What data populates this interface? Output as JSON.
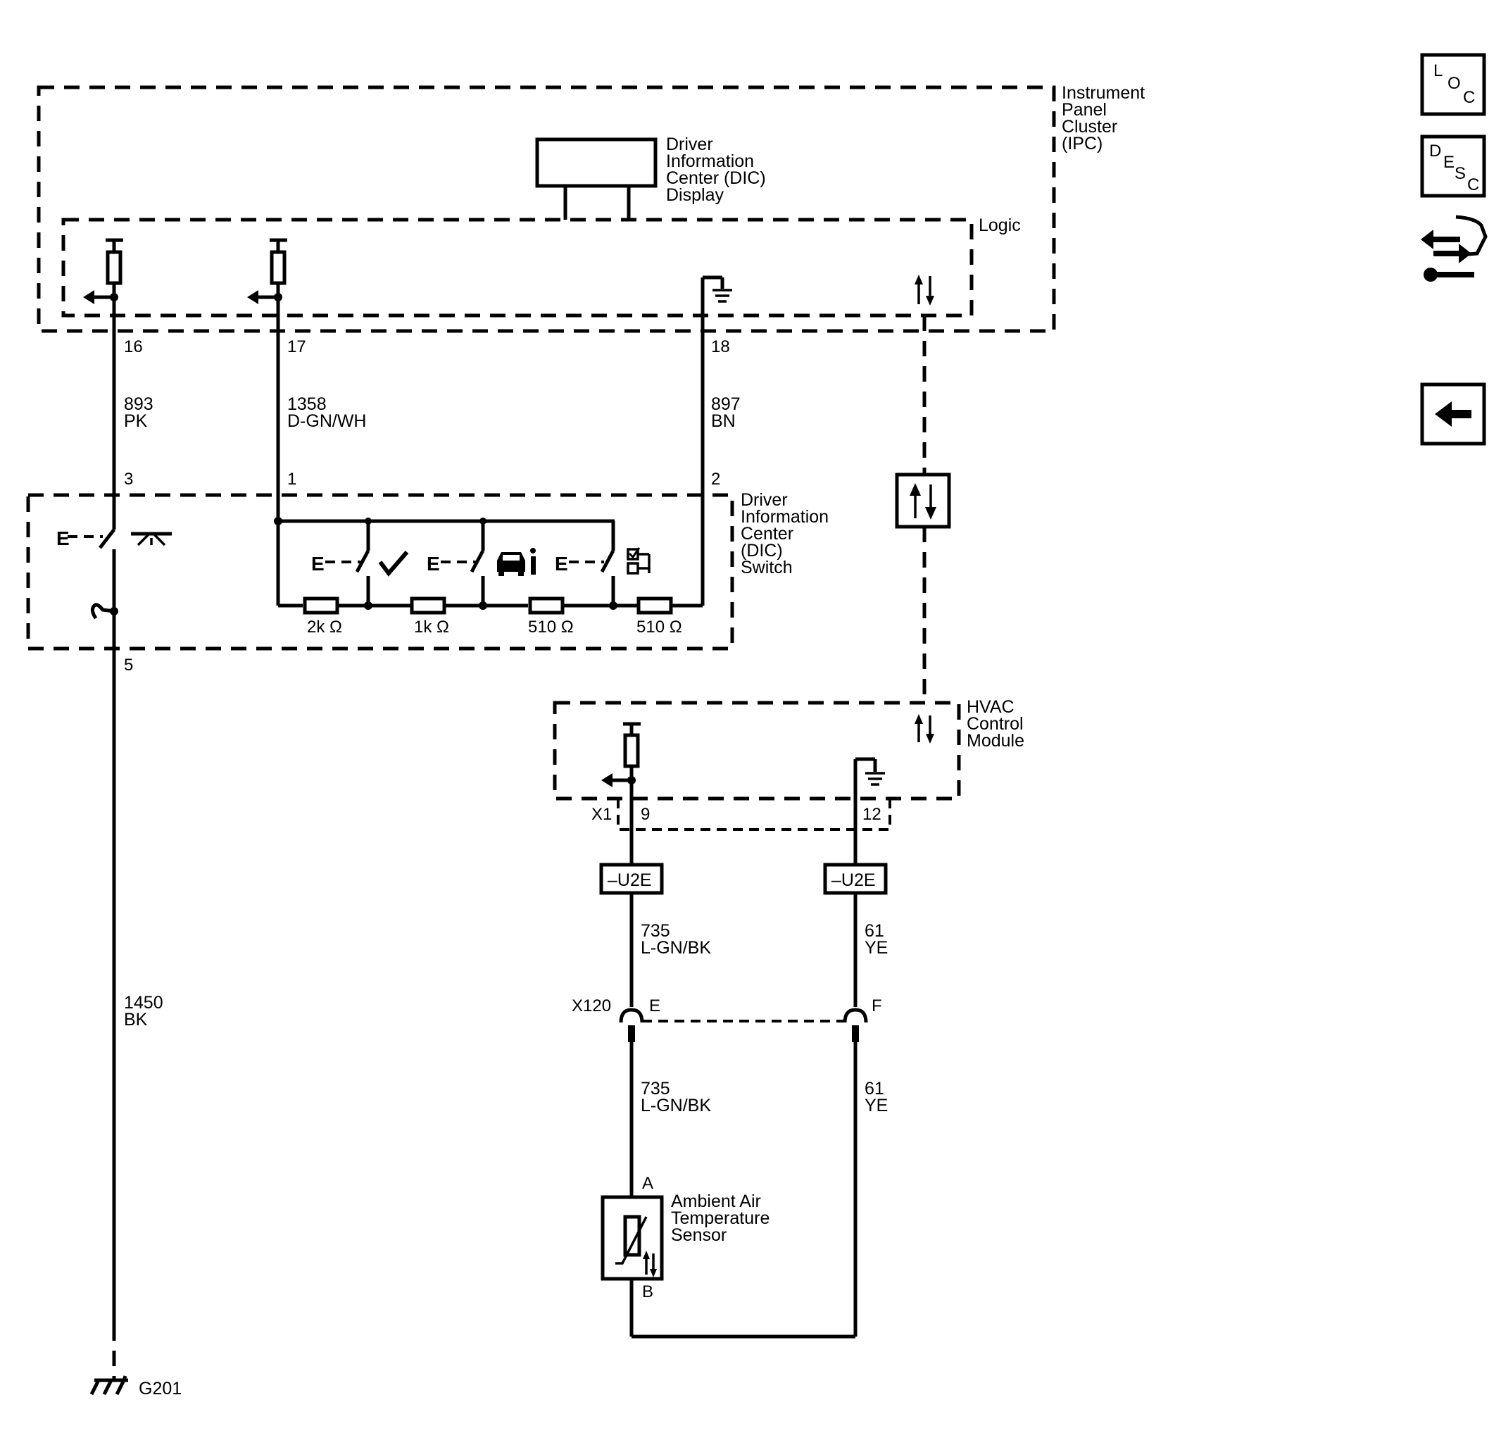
{
  "modules": {
    "ipc": [
      "Instrument",
      "Panel",
      "Cluster",
      "(IPC)"
    ],
    "dic_display": [
      "Driver",
      "Information",
      "Center (DIC)",
      "Display"
    ],
    "logic": "Logic",
    "dic_switch": [
      "Driver",
      "Information",
      "Center",
      "(DIC)",
      "Switch"
    ],
    "hvac": [
      "HVAC",
      "Control",
      "Module"
    ],
    "sensor": [
      "Ambient Air",
      "Temperature",
      "Sensor"
    ]
  },
  "circuits": {
    "c16": {
      "pin": "16",
      "num": "893",
      "color": "PK"
    },
    "c17": {
      "pin": "17",
      "num": "1358",
      "color": "D-GN/WH"
    },
    "c18": {
      "pin": "18",
      "num": "897",
      "color": "BN"
    },
    "ground": {
      "num": "1450",
      "color": "BK"
    },
    "hvac_signal": {
      "num": "735",
      "color": "L-GN/BK"
    },
    "hvac_low": {
      "num": "61",
      "color": "YE"
    }
  },
  "switch_pins": {
    "p3": "3",
    "p1": "1",
    "p2": "2",
    "p5": "5"
  },
  "resistors": [
    "2k Ω",
    "1k Ω",
    "510 Ω",
    "510 Ω"
  ],
  "hvac_connector": {
    "name": "X1",
    "pin_signal": "9",
    "pin_low": "12"
  },
  "option_codes": [
    "–U2E",
    "–U2E"
  ],
  "inline_connector": {
    "name": "X120",
    "pin_e": "E",
    "pin_f": "F"
  },
  "sensor_pins": {
    "a": "A",
    "b": "B"
  },
  "ground_name": "G201",
  "switch_letter": "E",
  "nav_icons": {
    "loc": [
      "L",
      "O",
      "C"
    ],
    "desc": [
      "D",
      "E",
      "S",
      "C"
    ],
    "connector_icon": "connector-end-view-icon",
    "back_icon": "back-arrow-icon"
  }
}
